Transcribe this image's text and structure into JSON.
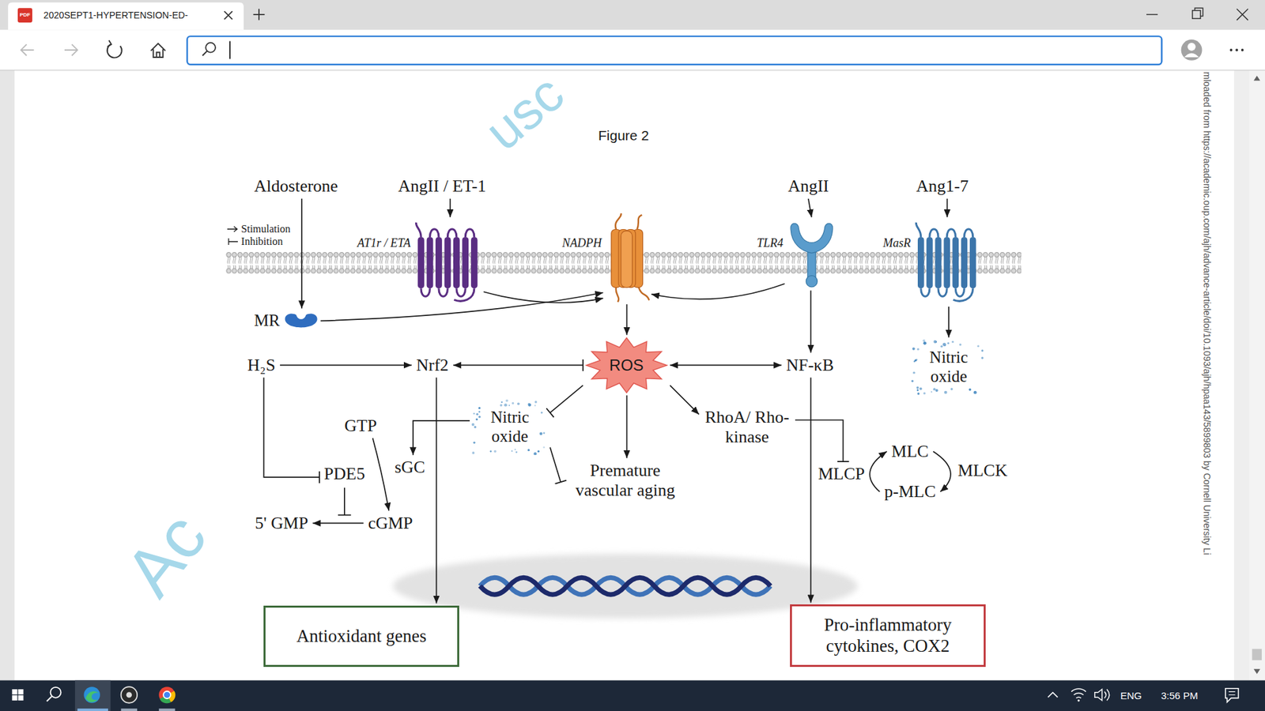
{
  "diagram": {
    "title": "Figure 2",
    "nodes": [
      {
        "text": [
          "Aldosterone"
        ]
      },
      {
        "text": [
          "AngII / ET-1"
        ]
      },
      {
        "text": [
          "AngII"
        ]
      },
      {
        "text": [
          "Ang1-7"
        ]
      },
      {
        "text": [
          "AT1r / ETA"
        ]
      },
      {
        "text": [
          "NADPH"
        ]
      },
      {
        "text": [
          "TLR4"
        ]
      },
      {
        "text": [
          "MasR"
        ]
      },
      {
        "text": [
          "MR"
        ]
      },
      {
        "text": [
          "H₂S"
        ]
      },
      {
        "text": [
          "Nrf2"
        ]
      },
      {
        "text": [
          "ROS"
        ]
      },
      {
        "text": [
          "NF-κB"
        ]
      },
      {
        "text": [
          "Nitric oxide"
        ]
      },
      {
        "text": [
          "Nitric oxide"
        ]
      },
      {
        "text": [
          "GTP"
        ]
      },
      {
        "text": [
          "sGC"
        ]
      },
      {
        "text": [
          "PDE5"
        ]
      },
      {
        "text": [
          "RhoA/ Rho-kinase"
        ]
      },
      {
        "text": [
          "5' GMP"
        ]
      },
      {
        "text": [
          "cGMP"
        ]
      },
      {
        "text": [
          "Premature vascular aging"
        ]
      },
      {
        "text": [
          "MLCP"
        ]
      },
      {
        "text": [
          "MLC"
        ]
      },
      {
        "text": [
          "MLCK"
        ]
      },
      {
        "text": [
          "p-MLC"
        ]
      },
      {
        "text": [
          "Antioxidant genes"
        ]
      },
      {
        "text": [
          "Pro-inflammatory cytokines, COX2"
        ]
      }
    ],
    "edges": [
      {
        "from": 0,
        "to": 8,
        "arrow": "to"
      },
      {
        "from": 1,
        "to": 4,
        "arrow": "to"
      },
      {
        "from": 2,
        "to": 6,
        "arrow": "to"
      },
      {
        "from": 3,
        "to": 7,
        "arrow": "to"
      },
      {
        "from": 8,
        "to": 5,
        "arrow": "to"
      },
      {
        "from": 4,
        "to": 5,
        "arrow": "to"
      },
      {
        "from": 6,
        "to": 5,
        "arrow": "to"
      },
      {
        "from": 5,
        "to": 11,
        "arrow": "to"
      },
      {
        "from": 6,
        "to": 12,
        "arrow": "to"
      },
      {
        "from": 7,
        "to": 13,
        "arrow": "to"
      },
      {
        "from": 9,
        "to": 10,
        "arrow": "to"
      },
      {
        "from": 11,
        "to": 10,
        "arrow": "both"
      },
      {
        "from": 11,
        "to": 12,
        "arrow": "both"
      },
      {
        "from": 11,
        "to": 18,
        "arrow": "to"
      },
      {
        "from": 11,
        "to": 21,
        "arrow": "to"
      },
      {
        "from": 11,
        "to": 14,
        "arrow": "to"
      },
      {
        "from": 14,
        "to": 21,
        "arrow": "to"
      },
      {
        "from": 14,
        "to": 16,
        "arrow": "to"
      },
      {
        "from": 15,
        "to": 20,
        "arrow": "to"
      },
      {
        "from": 9,
        "to": 17,
        "arrow": "to"
      },
      {
        "from": 20,
        "to": 19,
        "arrow": "to"
      },
      {
        "from": 10,
        "to": 26,
        "arrow": "to"
      },
      {
        "from": 12,
        "to": 27,
        "arrow": "to"
      },
      {
        "from": 18,
        "to": 22,
        "arrow": "to"
      },
      {
        "from": 23,
        "to": 25,
        "arrow": "to"
      },
      {
        "from": 25,
        "to": 23,
        "arrow": "to"
      }
    ],
    "labels": [
      "2020SEPT1-HYPERTENSION-ED-",
      "PDF",
      "usc",
      "mloaded from https://academic.oup.com/ajh/advance-article/doi/10.1093/ajh/hpaa143/5899803 by Cornell University Li",
      "Ac",
      "ENG",
      "3:56 PM"
    ],
    "legend": [
      {
        "text": "Stimulation"
      },
      {
        "text": "Inhibition"
      }
    ]
  }
}
